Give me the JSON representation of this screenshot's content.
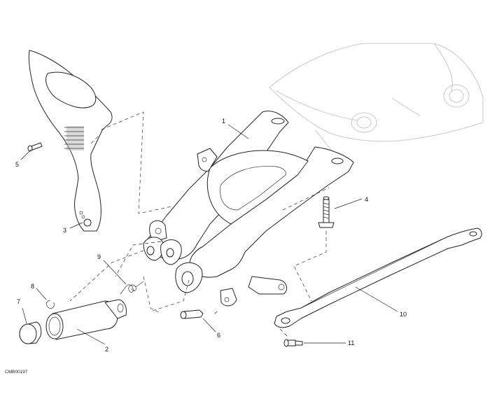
{
  "diagram": {
    "drawing_code": "CMB00197",
    "callouts": [
      {
        "id": "c1",
        "label": "1"
      },
      {
        "id": "c2",
        "label": "2"
      },
      {
        "id": "c3",
        "label": "3"
      },
      {
        "id": "c4",
        "label": "4"
      },
      {
        "id": "c5",
        "label": "5"
      },
      {
        "id": "c6",
        "label": "6"
      },
      {
        "id": "c7",
        "label": "7"
      },
      {
        "id": "c8",
        "label": "8"
      },
      {
        "id": "c9",
        "label": "9"
      },
      {
        "id": "c10",
        "label": "10"
      },
      {
        "id": "c11",
        "label": "11"
      }
    ]
  }
}
